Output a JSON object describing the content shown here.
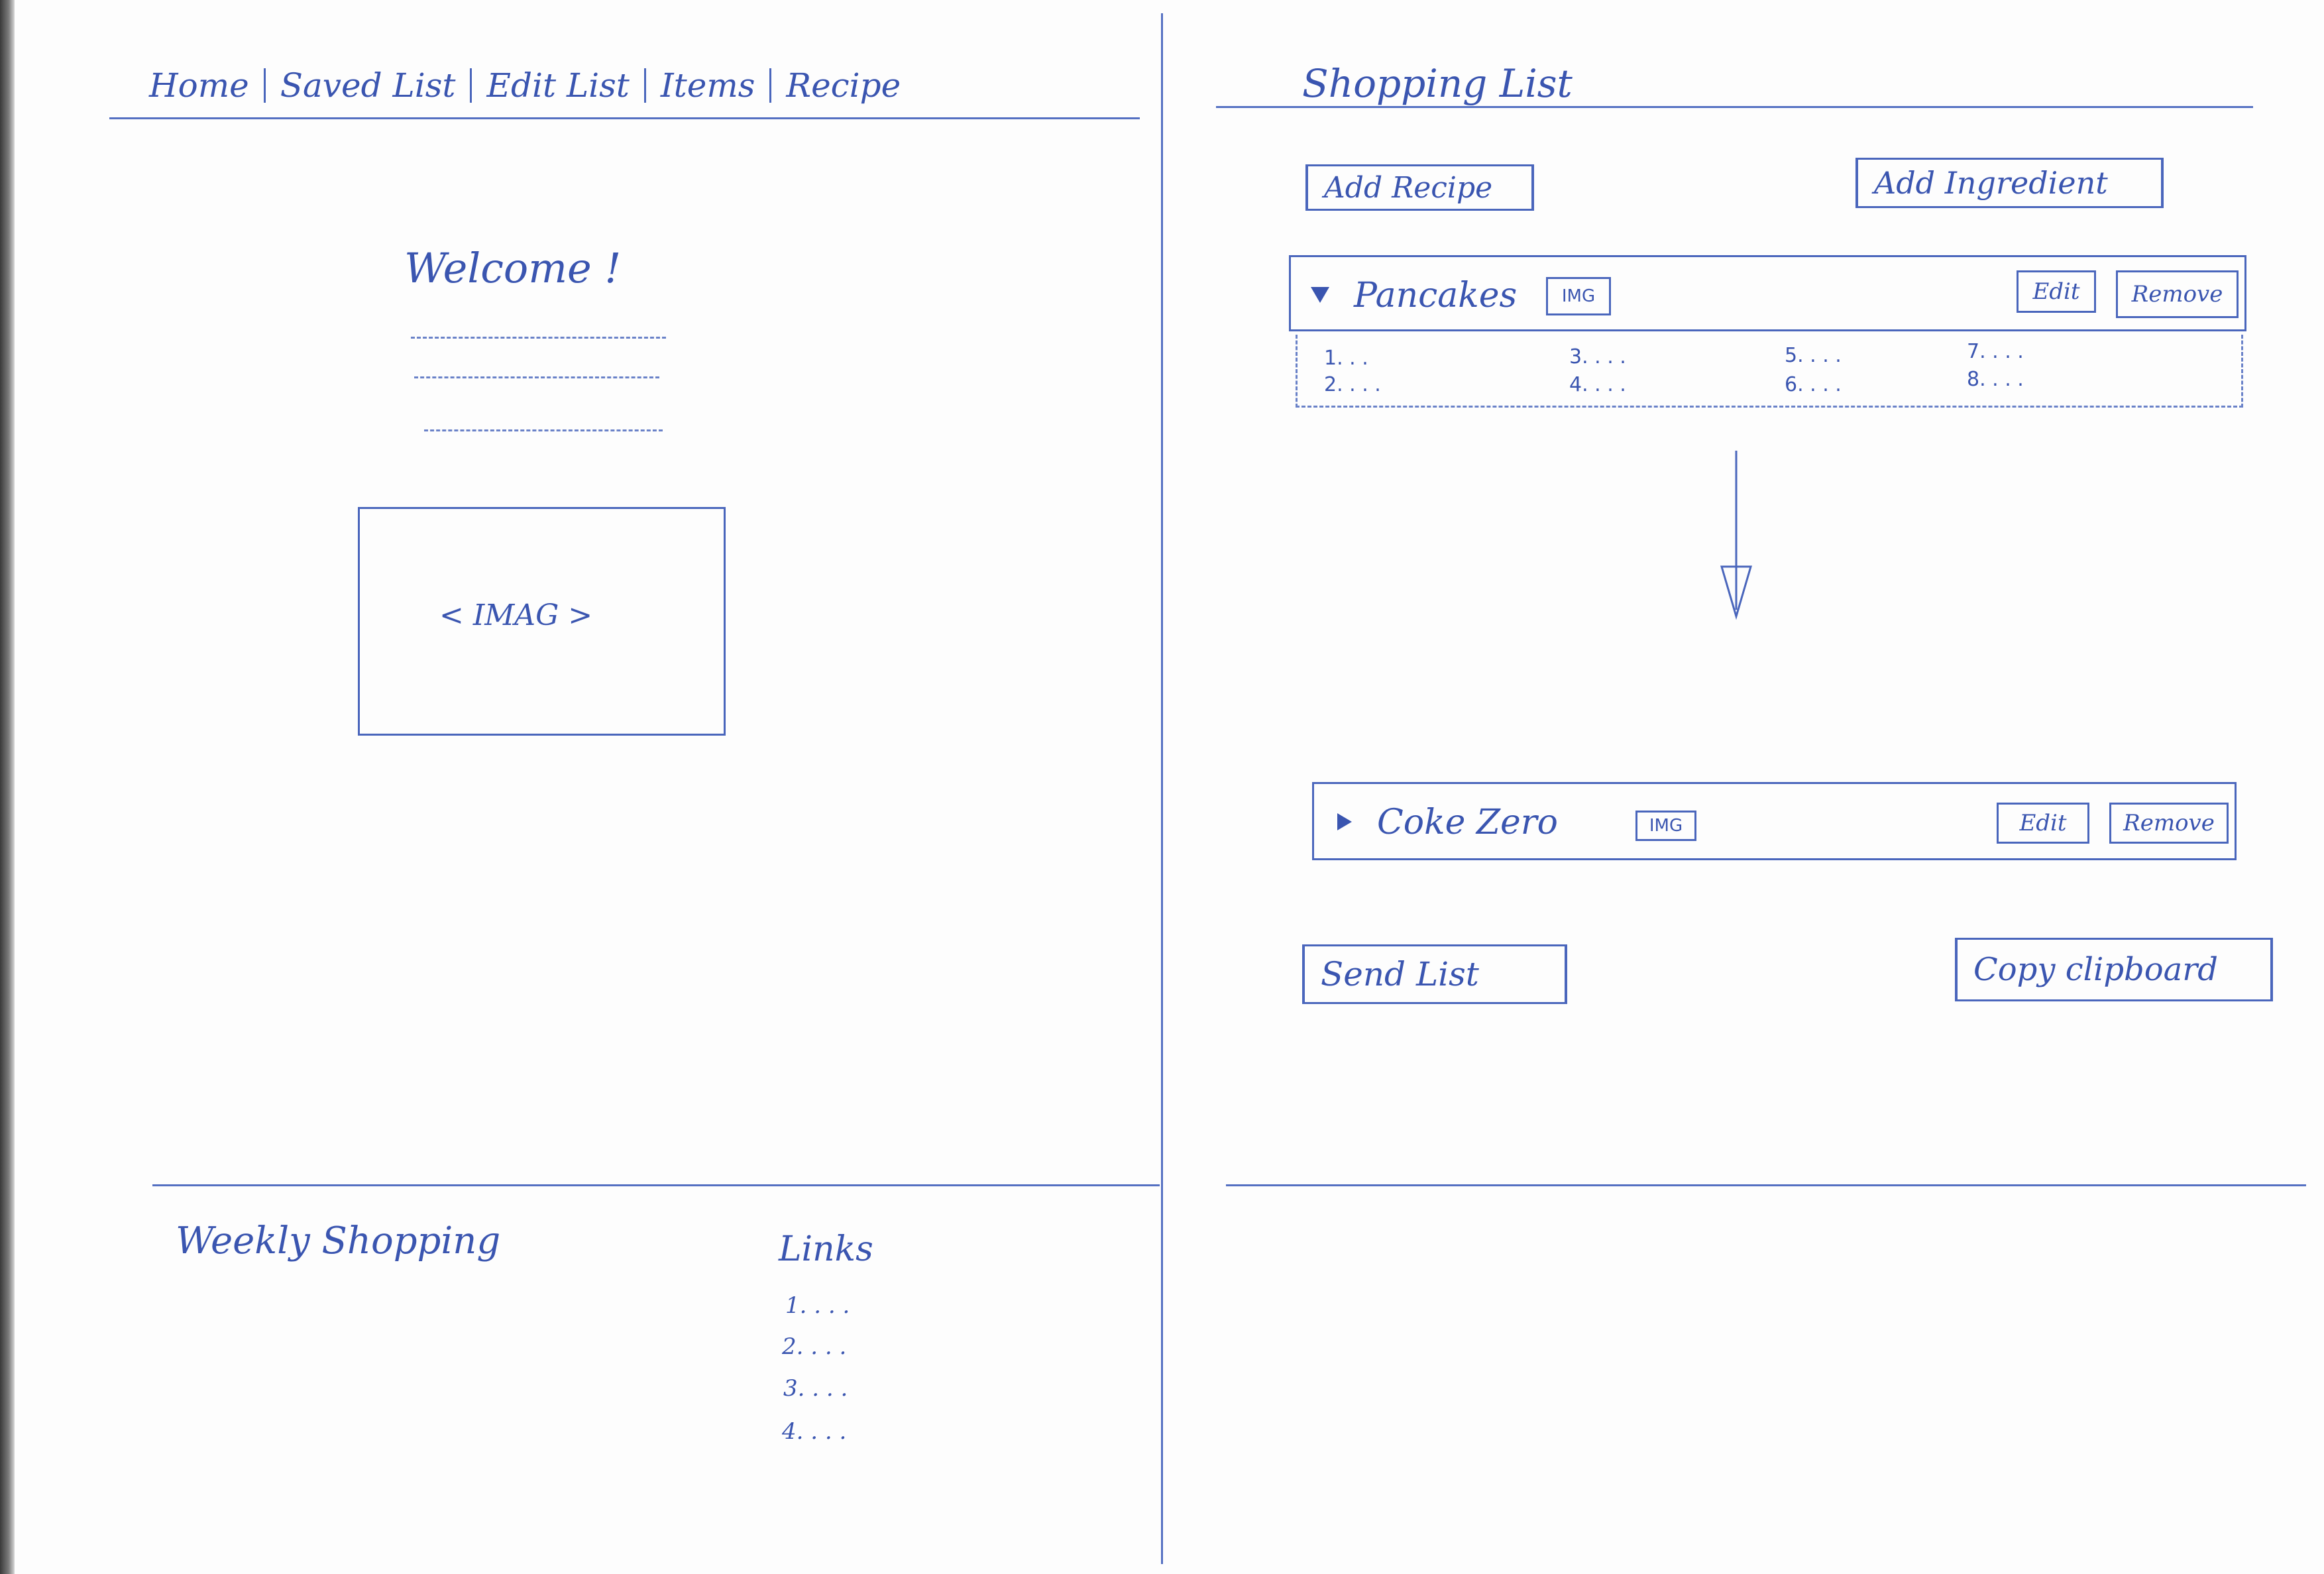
{
  "nav": {
    "items": [
      {
        "label": "Home"
      },
      {
        "label": "Saved List"
      },
      {
        "label": "Edit List"
      },
      {
        "label": "Items"
      },
      {
        "label": "Recipe"
      }
    ]
  },
  "home": {
    "welcome": "Welcome !",
    "image_placeholder": "< IMAG >"
  },
  "footer": {
    "title": "Weekly Shopping",
    "links_title": "Links",
    "links": [
      "1. . . .",
      "2. . . .",
      "3. . . .",
      "4. . . ."
    ]
  },
  "shopping_list": {
    "title": "Shopping List",
    "add_recipe_label": "Add Recipe",
    "add_ingredient_label": "Add Ingredient",
    "entries": [
      {
        "name": "Pancakes",
        "badge": "IMG",
        "edit_label": "Edit",
        "remove_label": "Remove",
        "expanded": true,
        "ingredients": [
          "1. . .",
          "2. . . .",
          "3. . . .",
          "4. . . .",
          "5. . . .",
          "6. . . .",
          "7. . . .",
          "8. . . ."
        ]
      },
      {
        "name": "Coke Zero",
        "badge": "IMG",
        "edit_label": "Edit",
        "remove_label": "Remove",
        "expanded": false
      }
    ],
    "send_list_label": "Send List",
    "copy_clipboard_label": "Copy clipboard"
  },
  "colors": {
    "ink": "#3a55b0",
    "paper": "#fdfdfd",
    "scan_edge": "#3a3a3a"
  }
}
